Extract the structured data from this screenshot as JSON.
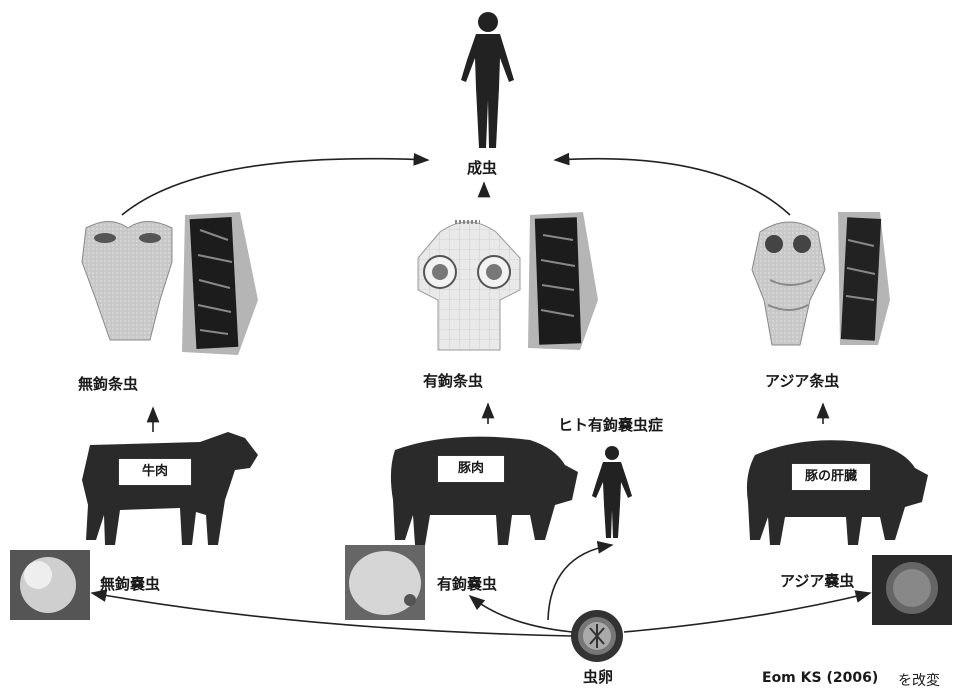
{
  "labels": {
    "adult": "成虫",
    "taenia_saginata": "無鉤条虫",
    "taenia_solium": "有鉤条虫",
    "taenia_asiatica": "アジア条虫",
    "human_cysticercosis": "ヒト有鉤嚢虫症",
    "cysticercus_bovis": "無鉤嚢虫",
    "cysticercus_cellulosae": "有鉤嚢虫",
    "cysticercus_asiatica": "アジア嚢虫",
    "egg": "虫卵",
    "source": "Eom KS (2006)",
    "modified": "を改変"
  },
  "boxes": {
    "beef": "牛肉",
    "pork": "豚肉",
    "pig_liver": "豚の肝臓"
  }
}
